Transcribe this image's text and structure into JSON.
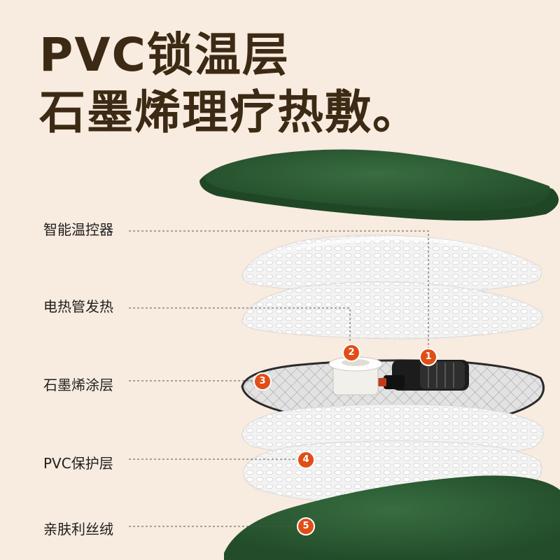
{
  "headline": {
    "line1": "PVC锁温层",
    "line2": "石墨烯理疗热敷。"
  },
  "layers": [
    {
      "number": "1",
      "label": "智能温控器"
    },
    {
      "number": "2",
      "label": "电热管发热"
    },
    {
      "number": "3",
      "label": "石墨烯涂层"
    },
    {
      "number": "4",
      "label": "PVC保护层"
    },
    {
      "number": "5",
      "label": "亲肤利丝绒"
    }
  ],
  "colors": {
    "background": "#f8ebdf",
    "headline": "#3c2a14",
    "velvet": "#2b5c33",
    "badge": "#e04e16"
  }
}
